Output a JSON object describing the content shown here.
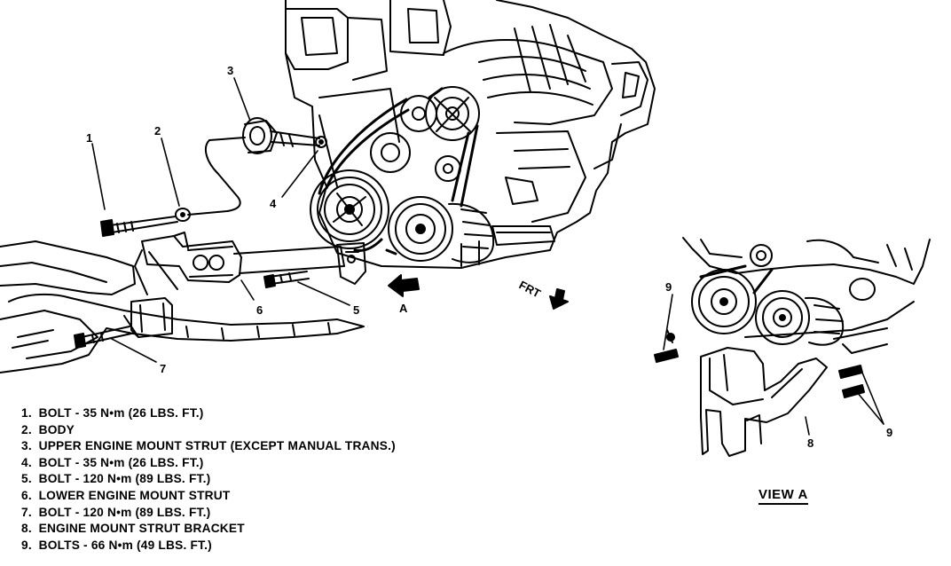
{
  "callouts": {
    "c1": "1",
    "c2": "2",
    "c3": "3",
    "c4": "4",
    "c5": "5",
    "c6": "6",
    "c7": "7",
    "c8": "8",
    "c9a": "9",
    "c9b": "9",
    "viewA": "A",
    "frt": "FRT"
  },
  "legend": [
    {
      "num": "1.",
      "text": "BOLT - 35 N•m (26 LBS. FT.)"
    },
    {
      "num": "2.",
      "text": "BODY"
    },
    {
      "num": "3.",
      "text": "UPPER ENGINE MOUNT STRUT (EXCEPT MANUAL TRANS.)"
    },
    {
      "num": "4.",
      "text": "BOLT - 35 N•m (26 LBS. FT.)"
    },
    {
      "num": "5.",
      "text": "BOLT - 120 N•m (89 LBS. FT.)"
    },
    {
      "num": "6.",
      "text": "LOWER ENGINE MOUNT STRUT"
    },
    {
      "num": "7.",
      "text": "BOLT - 120 N•m (89 LBS. FT.)"
    },
    {
      "num": "8.",
      "text": "ENGINE MOUNT STRUT BRACKET"
    },
    {
      "num": "9.",
      "text": "BOLTS - 66 N•m (49 LBS. FT.)"
    }
  ],
  "view_title": "VIEW A",
  "colors": {
    "ink": "#000000",
    "paper": "#ffffff"
  }
}
